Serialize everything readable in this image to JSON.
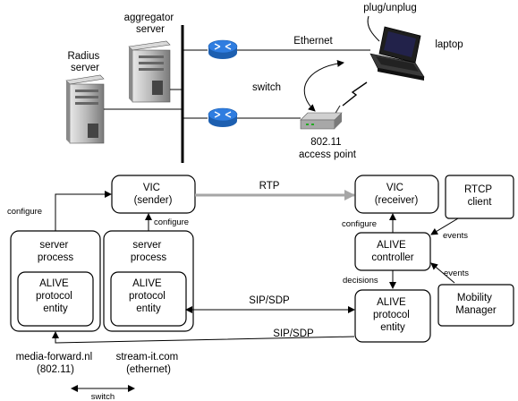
{
  "network": {
    "aggregator_label": [
      "aggregator",
      "server"
    ],
    "radius_label": [
      "Radius",
      "server"
    ],
    "ethernet_label": "Ethernet",
    "plug_label": "plug/unplug",
    "laptop_label": "laptop",
    "switch_label": "switch",
    "ap_label": [
      "802.11",
      "access point"
    ]
  },
  "arch": {
    "vic_sender": [
      "VIC",
      "(sender)"
    ],
    "vic_receiver": [
      "VIC",
      "(receiver)"
    ],
    "rtp_label": "RTP",
    "rtcp_client": [
      "RTCP",
      "client"
    ],
    "configure_label": "configure",
    "server_process": [
      "server",
      "process"
    ],
    "alive_entity": [
      "ALIVE",
      "protocol",
      "entity"
    ],
    "alive_controller": [
      "ALIVE",
      "controller"
    ],
    "events_label": "events",
    "decisions_label": "decisions",
    "mobility_manager": [
      "Mobility",
      "Manager"
    ],
    "sip_label": "SIP/SDP",
    "host1": [
      "media-forward.nl",
      "(802.11)"
    ],
    "host2": [
      "stream-it.com",
      "(ethernet)"
    ],
    "switch_label": "switch"
  },
  "colors": {
    "router": "#2f7de0",
    "rtp_arrow": "#a6a6a6",
    "server_body": "#bfbfbf"
  }
}
